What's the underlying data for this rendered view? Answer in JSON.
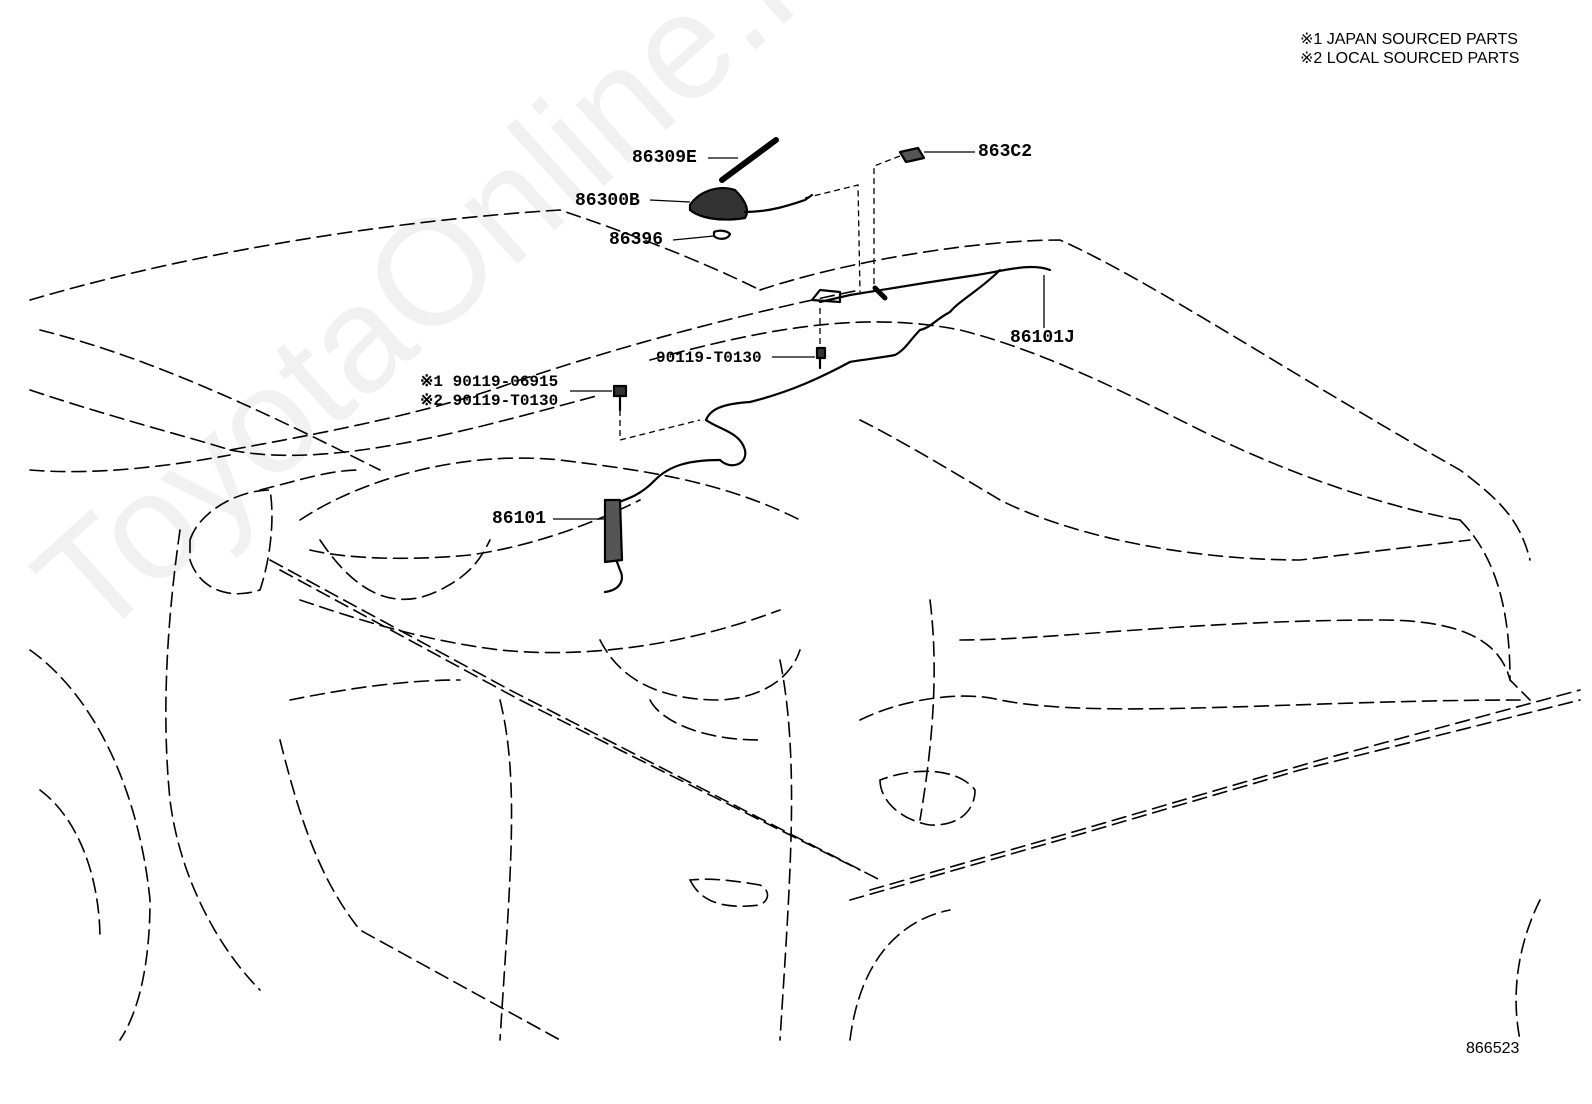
{
  "legend": {
    "note1": "※1 JAPAN SOURCED PARTS",
    "note2": "※2 LOCAL SOURCED PARTS"
  },
  "parts": {
    "p86309E": "86309E",
    "p86300B": "86300B",
    "p86396": "86396",
    "p863C2": "863C2",
    "p86101J": "86101J",
    "p90119_T0130": "90119-T0130",
    "p90119_06915": "※1 90119-06915",
    "p90119_T0130_local": "※2 90119-T0130",
    "p86101": "86101"
  },
  "diagram_id": "866523",
  "watermark": "ToyotaOnline.ru"
}
